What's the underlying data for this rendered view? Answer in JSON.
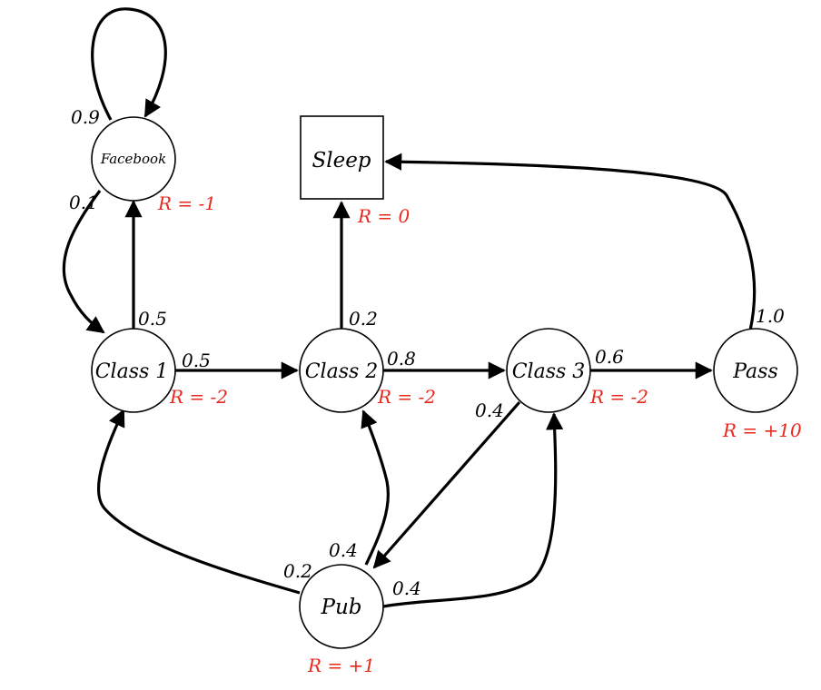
{
  "colors": {
    "reward": "#e8281e",
    "ink": "#000000",
    "background": "#ffffff"
  },
  "nodes": {
    "facebook": {
      "label": "Facebook",
      "reward": "R = -1"
    },
    "sleep": {
      "label": "Sleep",
      "reward": "R = 0"
    },
    "class1": {
      "label": "Class 1",
      "reward": "R = -2"
    },
    "class2": {
      "label": "Class 2",
      "reward": "R = -2"
    },
    "class3": {
      "label": "Class 3",
      "reward": "R = -2"
    },
    "pass": {
      "label": "Pass",
      "reward": "R = +10"
    },
    "pub": {
      "label": "Pub",
      "reward": "R = +1"
    }
  },
  "edges": {
    "facebook_facebook": {
      "from": "Facebook",
      "to": "Facebook",
      "probability": "0.9"
    },
    "facebook_class1": {
      "from": "Facebook",
      "to": "Class 1",
      "probability": "0.1"
    },
    "class1_facebook": {
      "from": "Class 1",
      "to": "Facebook",
      "probability": "0.5"
    },
    "class1_class2": {
      "from": "Class 1",
      "to": "Class 2",
      "probability": "0.5"
    },
    "class2_sleep": {
      "from": "Class 2",
      "to": "Sleep",
      "probability": "0.2"
    },
    "class2_class3": {
      "from": "Class 2",
      "to": "Class 3",
      "probability": "0.8"
    },
    "class3_pass": {
      "from": "Class 3",
      "to": "Pass",
      "probability": "0.6"
    },
    "class3_pub": {
      "from": "Class 3",
      "to": "Pub",
      "probability": "0.4"
    },
    "pass_sleep": {
      "from": "Pass",
      "to": "Sleep",
      "probability": "1.0"
    },
    "pub_class1": {
      "from": "Pub",
      "to": "Class 1",
      "probability": "0.2"
    },
    "pub_class2": {
      "from": "Pub",
      "to": "Class 2",
      "probability": "0.4"
    },
    "pub_class3": {
      "from": "Pub",
      "to": "Class 3",
      "probability": "0.4"
    }
  }
}
